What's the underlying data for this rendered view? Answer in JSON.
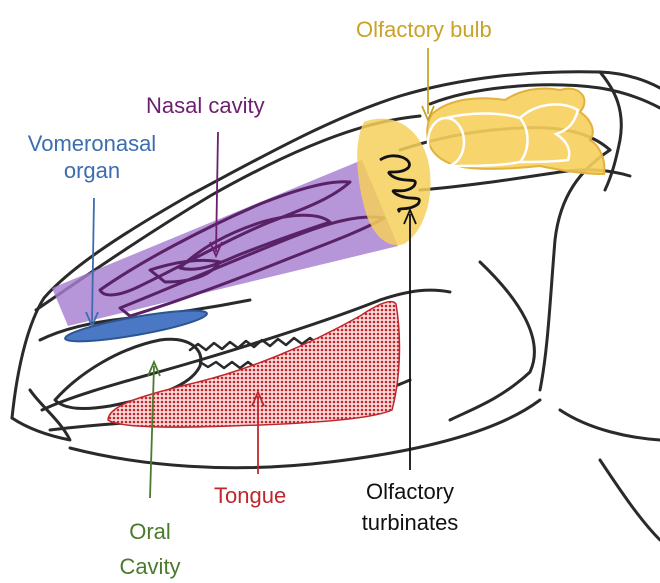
{
  "labels": {
    "olfactory_bulb": "Olfactory bulb",
    "nasal_cavity": "Nasal cavity",
    "vomeronasal_line1": "Vomeronasal",
    "vomeronasal_line2": "organ",
    "tongue": "Tongue",
    "oral_cavity_line1": "Oral",
    "oral_cavity_line2": "Cavity",
    "olfactory_turbinates_line1": "Olfactory",
    "olfactory_turbinates_line2": "turbinates"
  },
  "colors": {
    "olfactory_bulb": "#c9a227",
    "olfactory_bulb_fill": "#f6cf5c",
    "nasal_cavity": "#6b1f6e",
    "nasal_cavity_fill": "#a67fd1",
    "vomeronasal": "#3c6db0",
    "vomeronasal_fill": "#4a78c4",
    "tongue": "#c0272d",
    "oral_cavity": "#4b7a2e",
    "turbinates": "#111111",
    "outline": "#2a2a2a"
  },
  "icons": {
    "head_drawing": "animal-head-sagittal-section"
  }
}
